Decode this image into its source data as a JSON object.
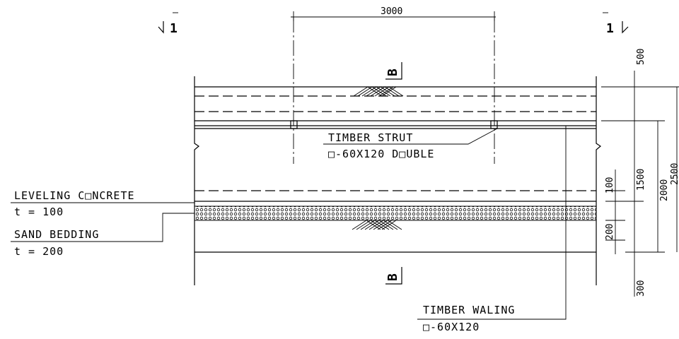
{
  "section_marks": {
    "left": "1",
    "right": "1",
    "section_top": "B",
    "section_bottom": "B"
  },
  "dimensions": {
    "top_width": "3000",
    "d500": "500",
    "d1500": "1500",
    "d2000": "2000",
    "d2500": "2500",
    "d100": "100",
    "d200": "200",
    "d300": "300"
  },
  "labels": {
    "timber_strut": "TIMBER STRUT",
    "timber_strut_spec": "□-60X120 D□UBLE",
    "leveling_concrete": "LEVELING C□NCRETE",
    "leveling_t": "t = 100",
    "sand_bedding": "SAND BEDDING",
    "sand_t": "t = 200",
    "timber_waling": "TIMBER WALING",
    "timber_waling_spec": "□-60X120"
  }
}
